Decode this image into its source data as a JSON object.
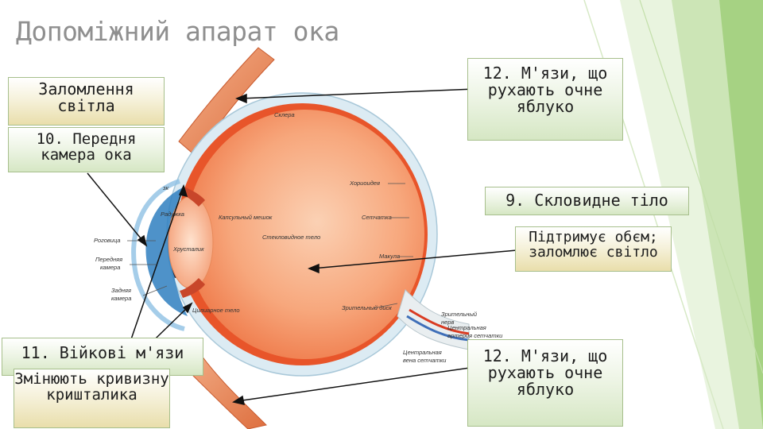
{
  "title": "Допоміжний апарат ока",
  "labels": {
    "refraction": "Заломлення світла",
    "anterior_chamber": "10. Передня камера ока",
    "muscles_top": "12. М'язи, що рухають очне яблуко",
    "vitreous": "9. Скловидне тіло",
    "vitreous_func": "Підтримує обєм; заломлює світло",
    "ciliary": "11. Війкові м'язи",
    "ciliary_func": "Змінюють кривизну кришталика",
    "muscles_bottom": "12. М'язи, що рухають очне яблуко"
  },
  "eye": {
    "sclera": "Склера",
    "choroid": "Хориоидея",
    "retina": "Сетчатка",
    "capsule": "Капсульный мешок",
    "vitreous": "Стекловидное тело",
    "macula": "Макула",
    "optic_disc": "Зрительный диск",
    "optic_nerve": "Зрительный нерв",
    "central_artery": "Центральная артерия сетчатки",
    "central_vein": "Центральная вена сетчатки",
    "iris": "Радужка",
    "cornea": "Роговица",
    "anterior_chamber": "Передняя камера",
    "posterior_chamber": "Задняя камера",
    "lens": "Хрусталик",
    "ciliary_body": "Цилиарное тело",
    "fragment": "зк"
  },
  "colors": {
    "title": "#8f8f8f",
    "label_yellow_bottom": "#e9deab",
    "label_green_bottom": "#d6e7c4",
    "label_border": "#a7bf8c",
    "green_accent": "#9ec97a",
    "choroid": "#e8552a",
    "sclera": "#dbe9f1",
    "muscle": "#e88a5a",
    "cornea": "#2f7fc0"
  }
}
